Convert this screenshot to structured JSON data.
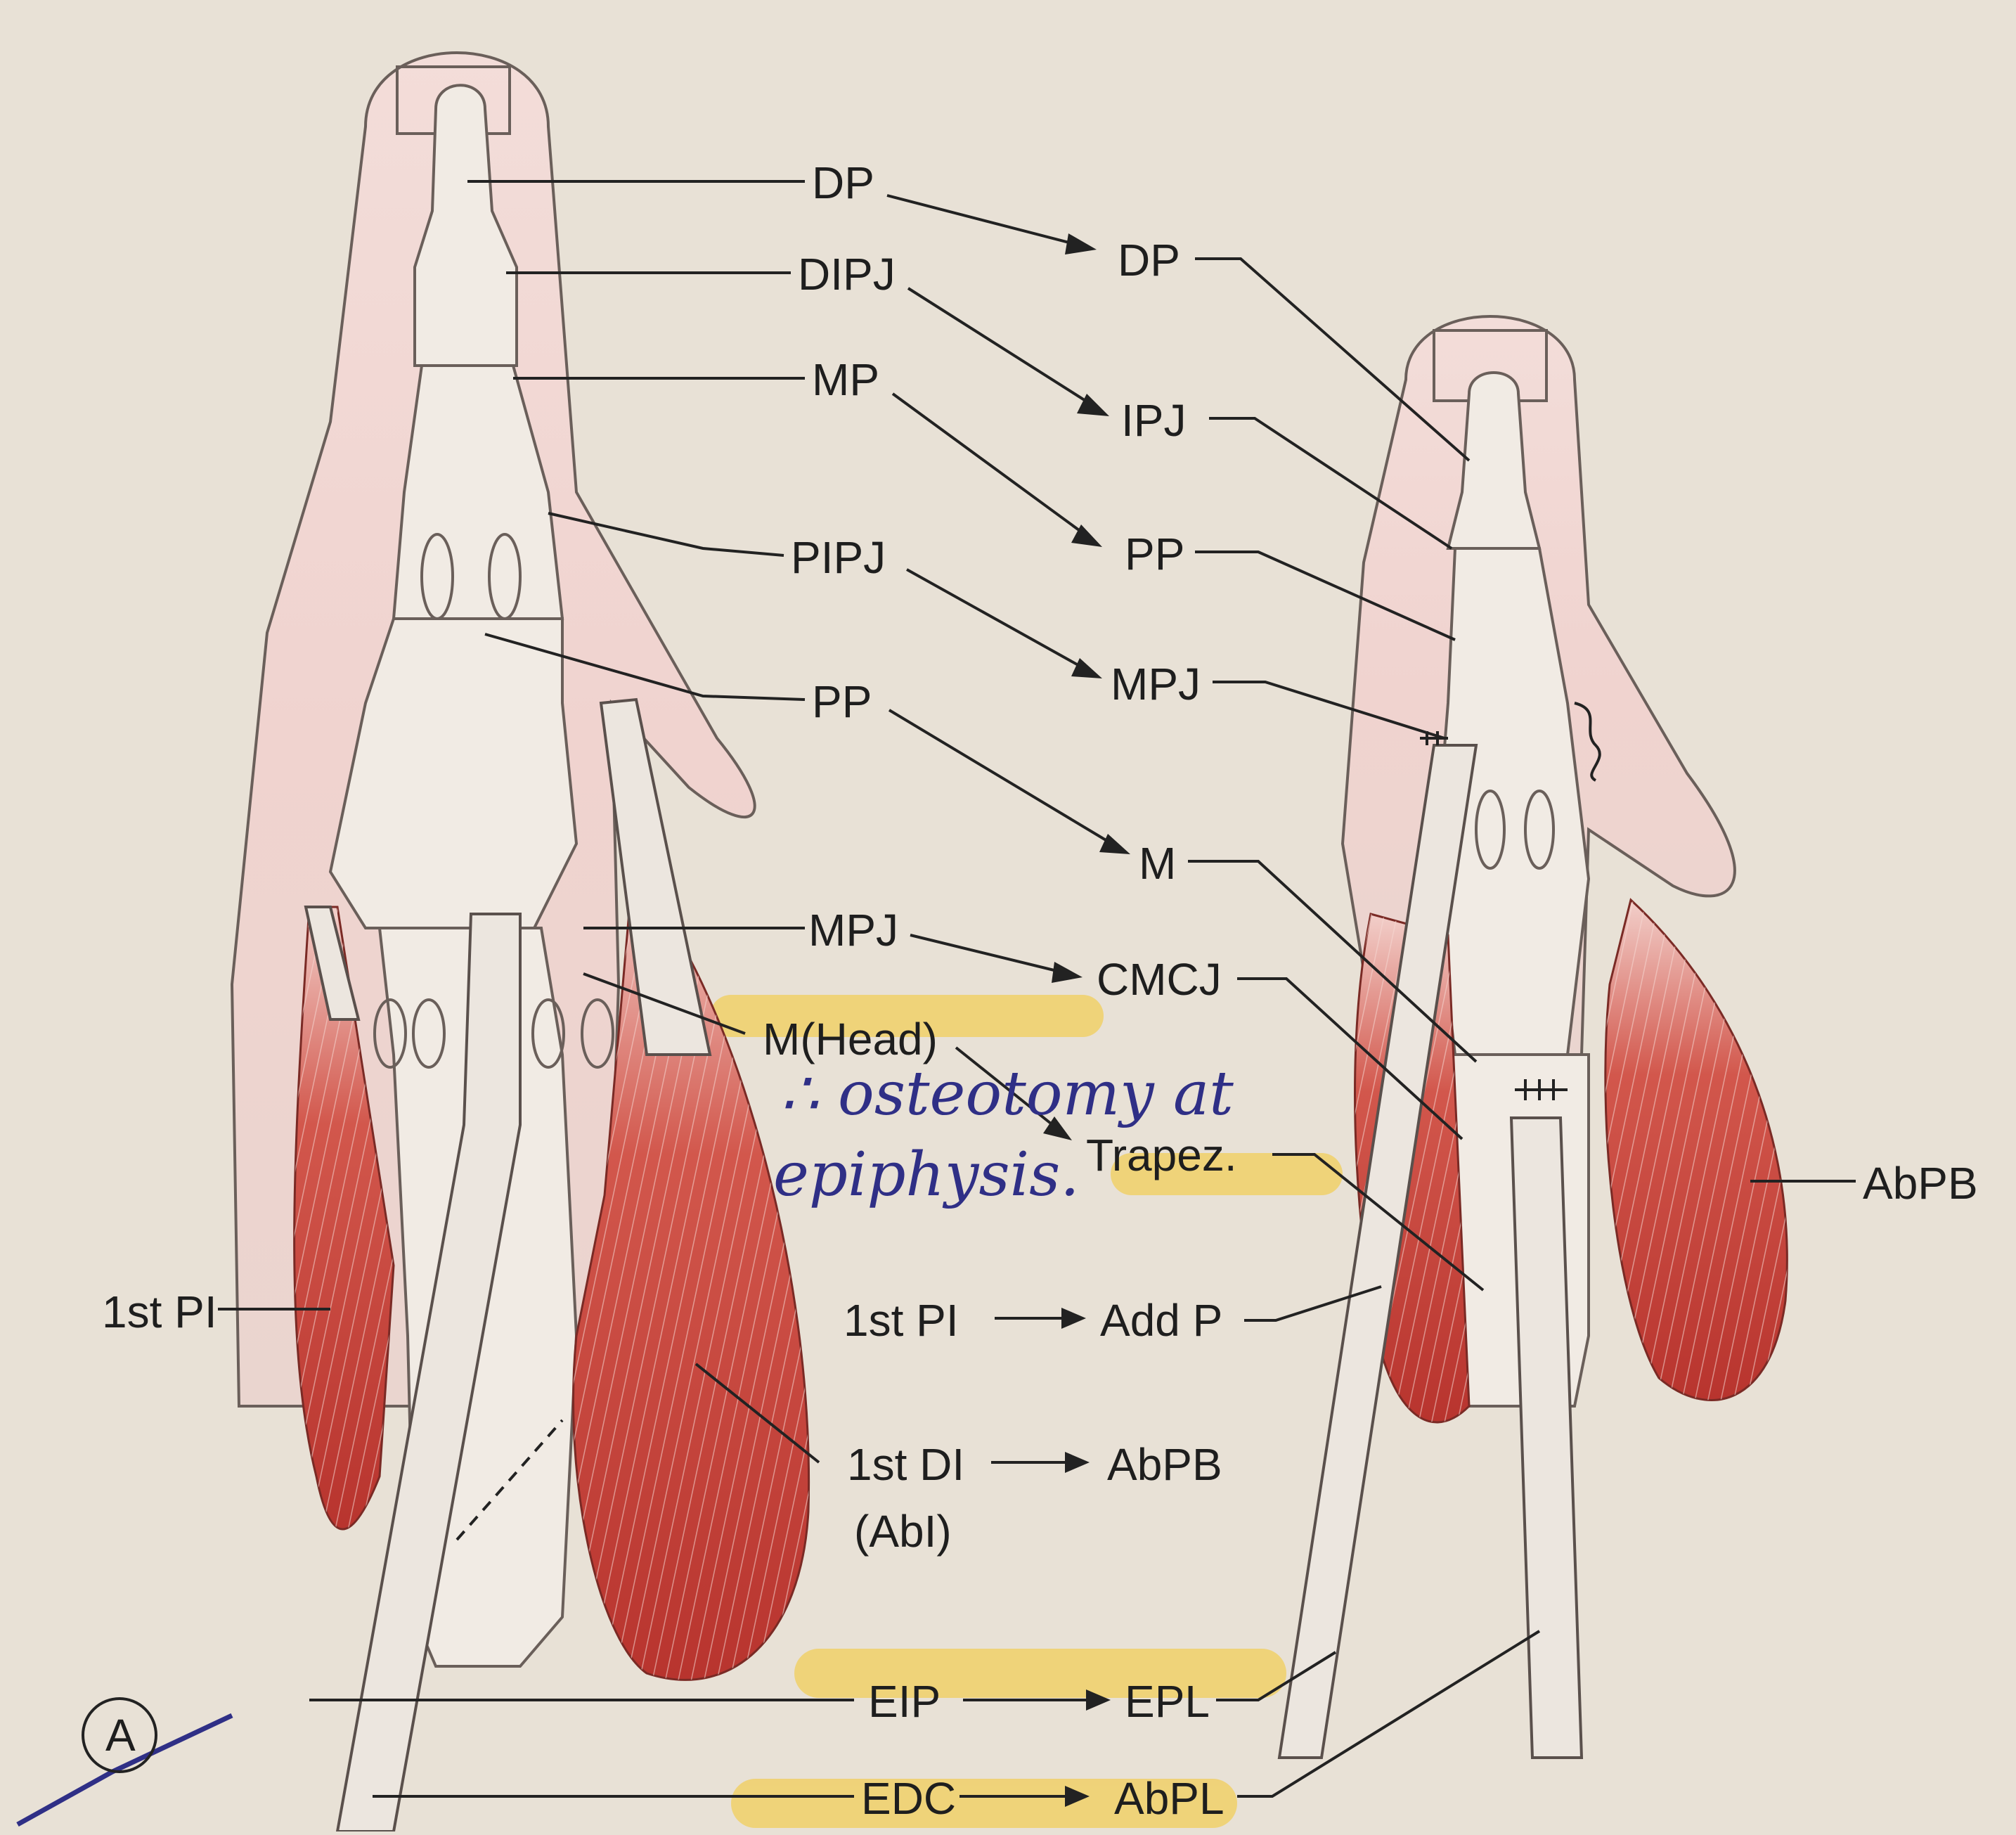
{
  "left_labels": {
    "dp": "DP",
    "dipj": "DIPJ",
    "mp": "MP",
    "pipj": "PIPJ",
    "pp": "PP",
    "mpj": "MPJ",
    "m_head": "M(Head)",
    "first_pi": "1st PI",
    "first_pi_mid": "1st PI",
    "first_di": "1st DI",
    "abi": "(AbI)",
    "eip": "EIP",
    "edc": "EDC"
  },
  "right_labels": {
    "dp": "DP",
    "ipj": "IPJ",
    "pp": "PP",
    "mpj": "MPJ",
    "m": "M",
    "cmcj": "CMCJ",
    "trapez": "Trapez.",
    "abpb_side": "AbPB",
    "add_p": "Add P",
    "abpb": "AbPB",
    "epl": "EPL",
    "abpl": "AbPL"
  },
  "annotations": {
    "handwritten_line1": "∴ osteotomy at",
    "handwritten_line2": "epiphysis.",
    "panel_letter": "A"
  },
  "colors": {
    "background": "#e8e1d6",
    "skin": "#f0d6d2",
    "muscle": "#c9453e",
    "bone": "#f1ebe4",
    "ink": "#2f2f86",
    "highlight": "#f2cd5a"
  }
}
